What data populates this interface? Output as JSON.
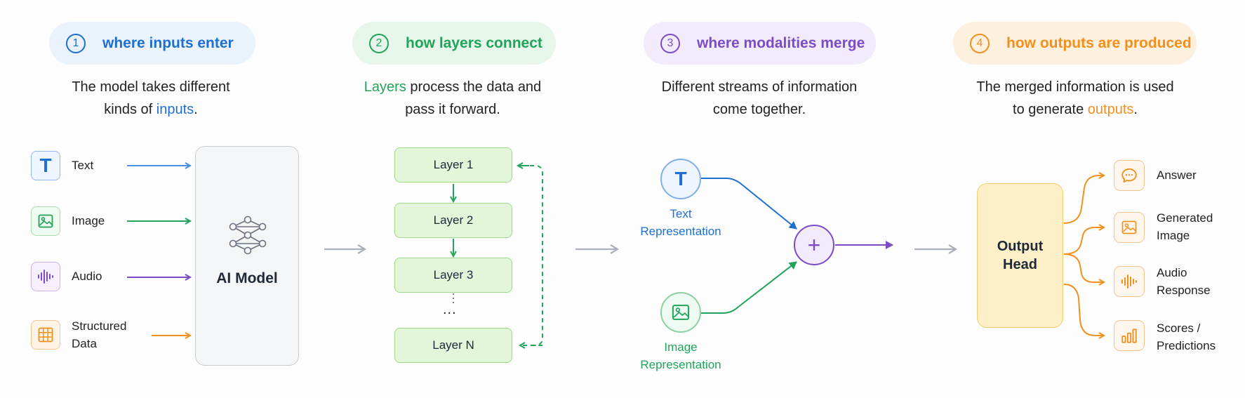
{
  "colors": {
    "blue": "#1f6fd1",
    "green": "#22a35a",
    "purple": "#7b4cc5",
    "orange": "#f0901f",
    "gray_arrow": "#aab1bd"
  },
  "steps": [
    {
      "num": "1",
      "title": "where inputs enter"
    },
    {
      "num": "2",
      "title": "how layers connect"
    },
    {
      "num": "3",
      "title": "where modalities merge"
    },
    {
      "num": "4",
      "title": "how outputs are produced"
    }
  ],
  "descriptions": {
    "s1": {
      "line1": "The model takes different",
      "line2_pre": "kinds of ",
      "line2_hl": "inputs",
      "line2_post": "."
    },
    "s2": {
      "line1_hl": "Layers",
      "line1_post": " process the data and",
      "line2": "pass it forward."
    },
    "s3": {
      "line1": "Different streams of information",
      "line2": "come together."
    },
    "s4": {
      "line1": "The merged information is used",
      "line2_pre": "to generate ",
      "line2_hl": "outputs",
      "line2_post": "."
    }
  },
  "inputs": [
    {
      "label": "Text",
      "icon": "text-icon"
    },
    {
      "label": "Image",
      "icon": "image-icon"
    },
    {
      "label": "Audio",
      "icon": "audio-icon"
    },
    {
      "label_line1": "Structured",
      "label_line2": "Data",
      "icon": "table-icon"
    }
  ],
  "model": {
    "label": "AI Model",
    "icon": "neural-network-icon"
  },
  "layers": [
    "Layer 1",
    "Layer 2",
    "Layer 3",
    "Layer N"
  ],
  "layers_ellipsis": "...",
  "representations": {
    "text": {
      "icon_letter": "T",
      "line1": "Text",
      "line2": "Representation"
    },
    "image": {
      "line1": "Image",
      "line2": "Representation"
    }
  },
  "merge_symbol": "+",
  "output_head": {
    "line1": "Output",
    "line2": "Head"
  },
  "outputs": [
    {
      "line1": "Answer",
      "line2": "",
      "icon": "chat-icon"
    },
    {
      "line1": "Generated",
      "line2": "Image",
      "icon": "image-icon"
    },
    {
      "line1": "Audio",
      "line2": "Response",
      "icon": "audio-icon"
    },
    {
      "line1": "Scores /",
      "line2": "Predictions",
      "icon": "bar-chart-icon"
    }
  ],
  "text_icon_letter": "T"
}
